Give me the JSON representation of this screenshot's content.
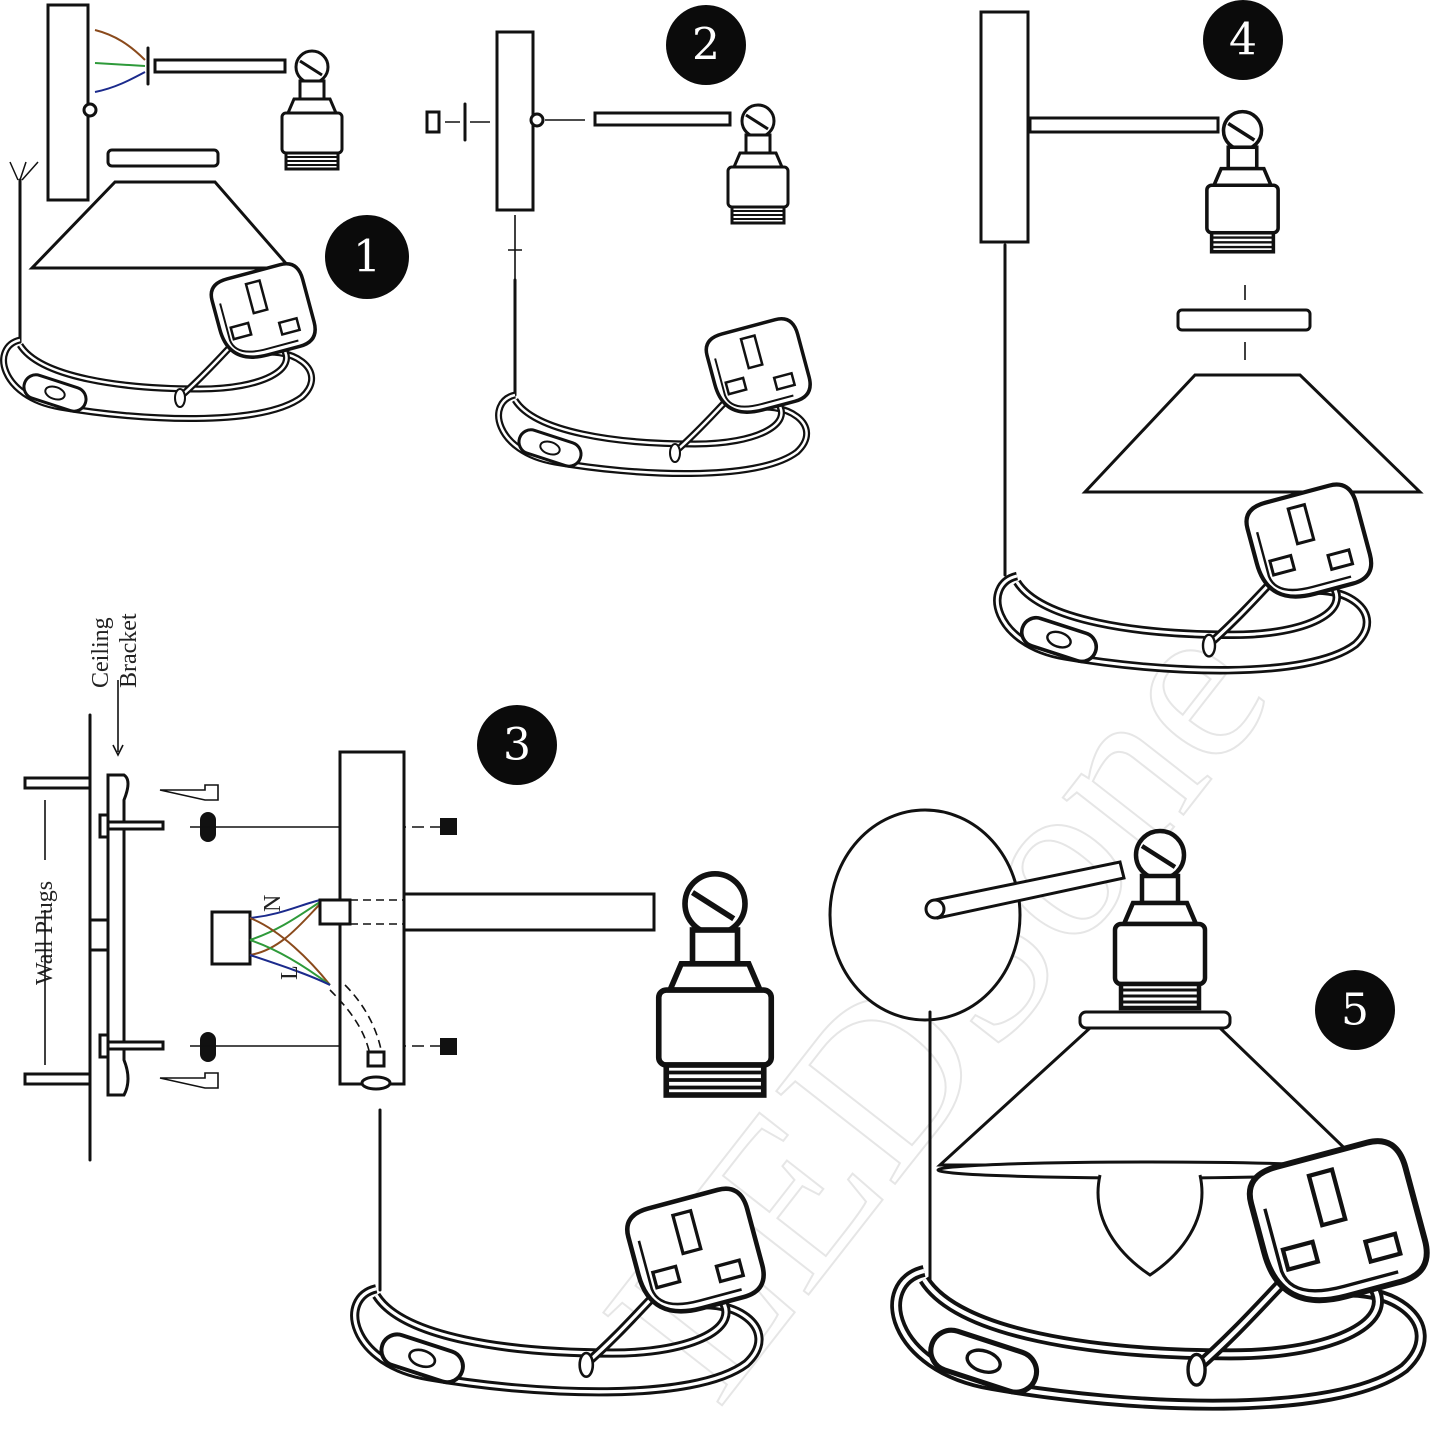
{
  "watermark": "LEDSone",
  "steps": [
    {
      "number": "1"
    },
    {
      "number": "2"
    },
    {
      "number": "3"
    },
    {
      "number": "4"
    },
    {
      "number": "5"
    }
  ],
  "labels": {
    "ceiling_bracket_line1": "Ceiling",
    "ceiling_bracket_line2": "Bracket",
    "wall_plugs": "Wall Plugs",
    "neutral": "N",
    "live": "L"
  },
  "wire_colors": {
    "brown": "#8a4a1c",
    "blue": "#1b2a8c",
    "green": "#2e9a3a"
  }
}
